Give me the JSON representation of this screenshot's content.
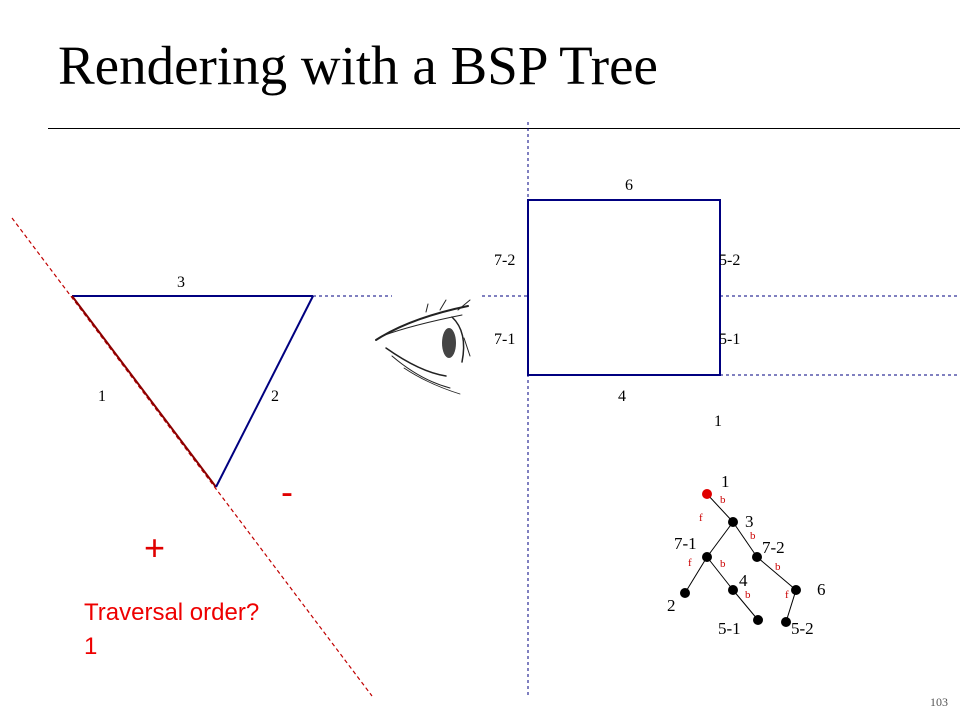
{
  "slide": {
    "title": "Rendering with a BSP Tree",
    "page_number": "103"
  },
  "triangle": {
    "edge_labels": {
      "top": "3",
      "left": "1",
      "right": "2"
    },
    "sides": {
      "minus": "-",
      "plus": "+"
    }
  },
  "square": {
    "edge_labels": {
      "top": "6",
      "left_upper": "7-2",
      "left_lower": "7-1",
      "right_upper": "5-2",
      "right_lower": "5-1",
      "bottom": "4",
      "below": "1"
    }
  },
  "tree": {
    "nodes": {
      "n1": "1",
      "n3": "3",
      "n71": "7-1",
      "n72": "7-2",
      "n2": "2",
      "n4": "4",
      "n6": "6",
      "n51": "5-1",
      "n52": "5-2"
    },
    "edge_labels": {
      "e1_b": "b",
      "e1_f": "f",
      "e3_b": "b",
      "e71_f": "f",
      "e71_b": "b",
      "e72_b": "b",
      "e4_b": "b",
      "e6_f": "f"
    }
  },
  "traversal": {
    "question": "Traversal order?",
    "answer": "1"
  },
  "colors": {
    "edge": "#000080",
    "red": "#e00000",
    "dashed": "#000080",
    "plane": "#c00000"
  }
}
